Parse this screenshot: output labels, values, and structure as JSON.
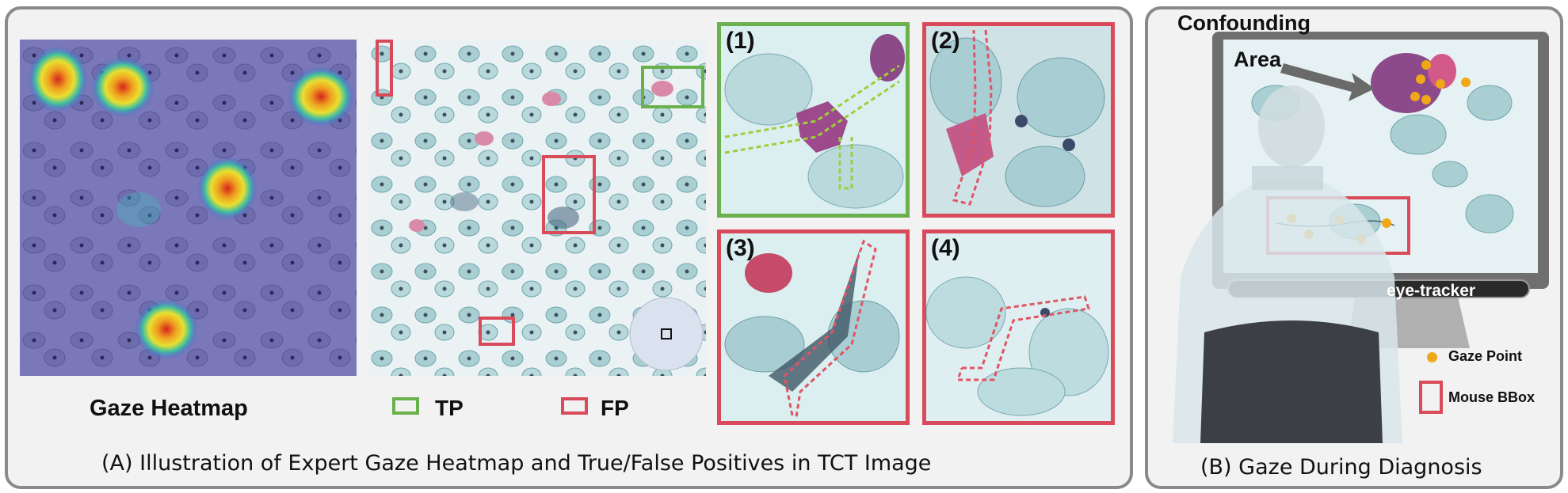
{
  "panel_a": {
    "heatmap_label": "Gaze Heatmap",
    "legend": [
      {
        "label": "TP",
        "color": "#6ab04c"
      },
      {
        "label": "FP",
        "color": "#d94a5a"
      }
    ],
    "zoom_labels": [
      "(1)",
      "(2)",
      "(3)",
      "(4)"
    ],
    "caption": "(A) Illustration of Expert Gaze Heatmap and True/False Positives in TCT Image"
  },
  "panel_b": {
    "confounding_label_line1": "Confounding",
    "confounding_label_line2": "Area",
    "eye_tracker_label": "eye-tracker",
    "legend_gaze": "Gaze Point",
    "legend_mouse": "Mouse BBox",
    "gaze_color": "#f0a818",
    "bbox_color": "#d94a5a",
    "caption": "(B) Gaze During Diagnosis"
  },
  "colors": {
    "tp": "#6ab04c",
    "fp": "#d94a5a",
    "heatmap_bg": "#7a78b8",
    "cell_bg": "#e9f2f3"
  }
}
